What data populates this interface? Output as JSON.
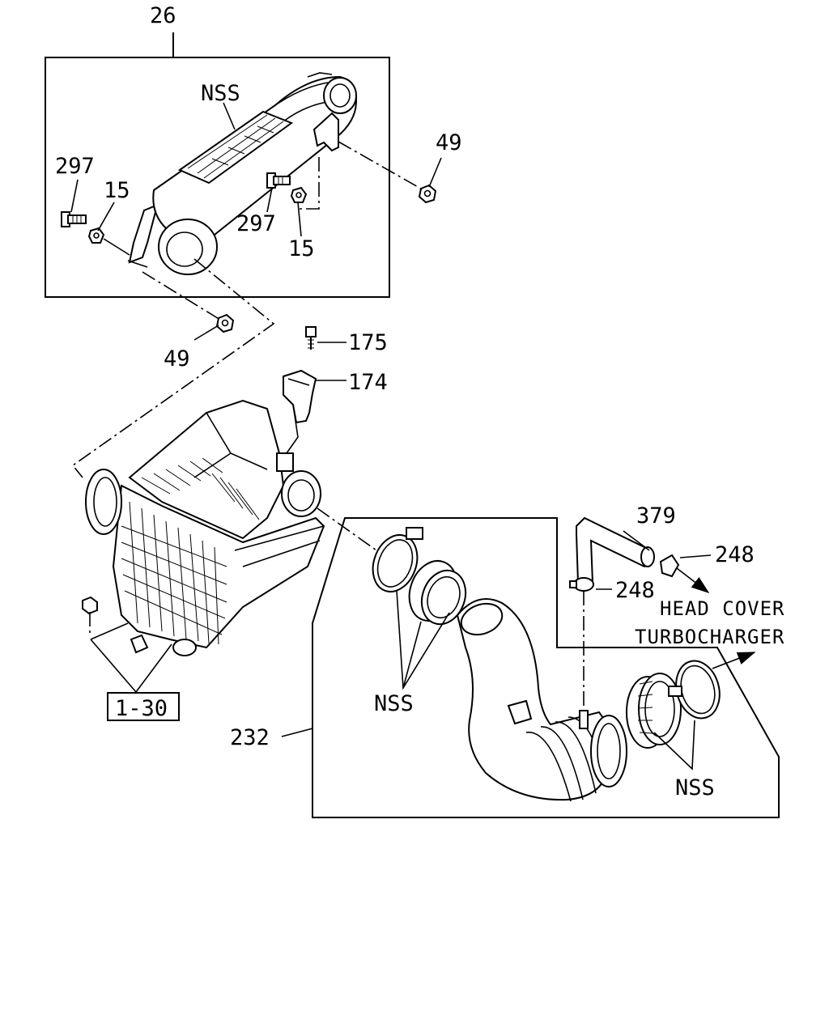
{
  "callouts": {
    "c26": "26",
    "nss_top": "NSS",
    "c49_right": "49",
    "c297_left": "297",
    "c15_left": "15",
    "c297_mid": "297",
    "c15_mid": "15",
    "c49_left": "49",
    "c175": "175",
    "c174": "174",
    "c379": "379",
    "c248_top": "248",
    "c248_mid": "248",
    "head_cover": "HEAD COVER",
    "turbocharger": "TURBOCHARGER",
    "nss_mid": "NSS",
    "c232": "232",
    "nss_bottom": "NSS",
    "ref_1_30": "1-30"
  }
}
